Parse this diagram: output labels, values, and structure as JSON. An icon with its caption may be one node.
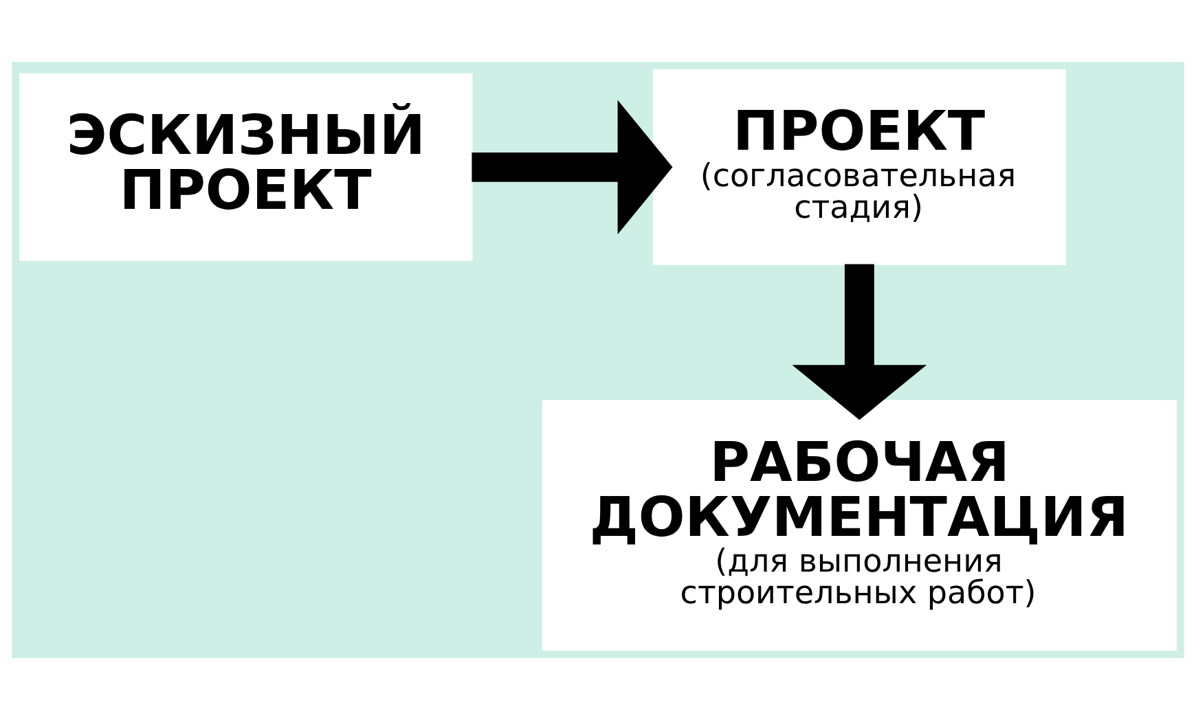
{
  "diagram": {
    "nodes": [
      {
        "text": [
          "ЭСКИЗНЫЙ ПРОЕКТ"
        ]
      },
      {
        "text": [
          "ПРОЕКТ",
          "(согласовательная стадия)"
        ]
      },
      {
        "text": [
          "РАБОЧАЯ ДОКУМЕНТАЦИЯ",
          "(для выполнения строительных работ)"
        ]
      }
    ],
    "edges": [
      {
        "from": 0,
        "to": 1,
        "arrow": "to"
      },
      {
        "from": 1,
        "to": 2,
        "arrow": "to"
      }
    ]
  }
}
